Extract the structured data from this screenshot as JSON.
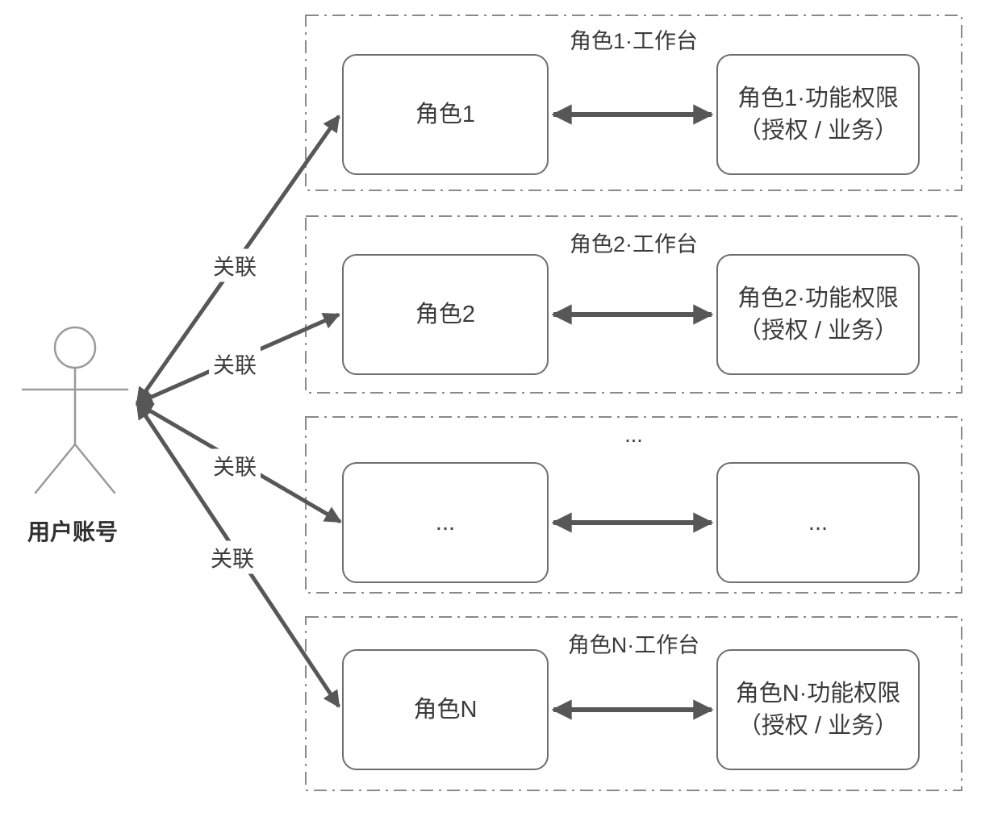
{
  "diagram": {
    "actor_label": "用户账号",
    "edge_label": "关联",
    "groups": [
      {
        "title": "角色1·工作台",
        "role_label": "角色1",
        "perm_line1": "角色1·功能权限",
        "perm_line2": "（授权 / 业务）"
      },
      {
        "title": "角色2·工作台",
        "role_label": "角色2",
        "perm_line1": "角色2·功能权限",
        "perm_line2": "（授权 / 业务）"
      },
      {
        "title": "...",
        "role_label": "...",
        "perm_line1": "...",
        "perm_line2": ""
      },
      {
        "title": "角色N·工作台",
        "role_label": "角色N",
        "perm_line1": "角色N·功能权限",
        "perm_line2": "（授权 / 业务）"
      }
    ],
    "colors": {
      "arrow": "#575757",
      "box_border": "#6e6e6e",
      "group_border": "#8a8a8a",
      "text": "#3b3b3b",
      "actor_stroke": "#9a9a9a",
      "background": "#ffffff"
    }
  }
}
